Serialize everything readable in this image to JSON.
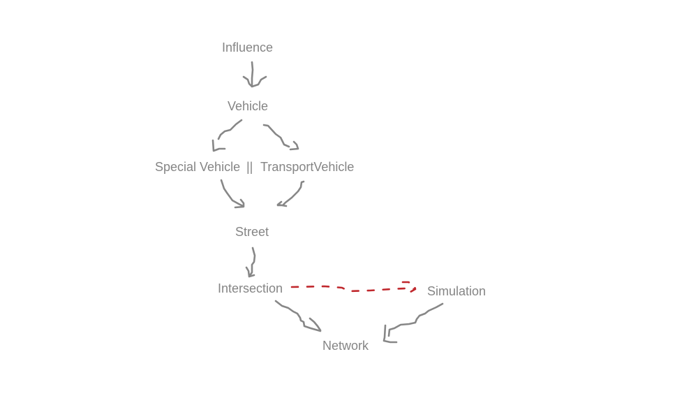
{
  "nodes": {
    "influence": "Influence",
    "vehicle": "Vehicle",
    "special_vehicle": "Special Vehicle",
    "separator": "||",
    "transport_vehicle": "TransportVehicle",
    "street": "Street",
    "intersection": "Intersection",
    "simulation": "Simulation",
    "network": "Network"
  },
  "colors": {
    "text": "#858585",
    "arrow": "#878787",
    "dashed_arrow": "#c0282d"
  }
}
